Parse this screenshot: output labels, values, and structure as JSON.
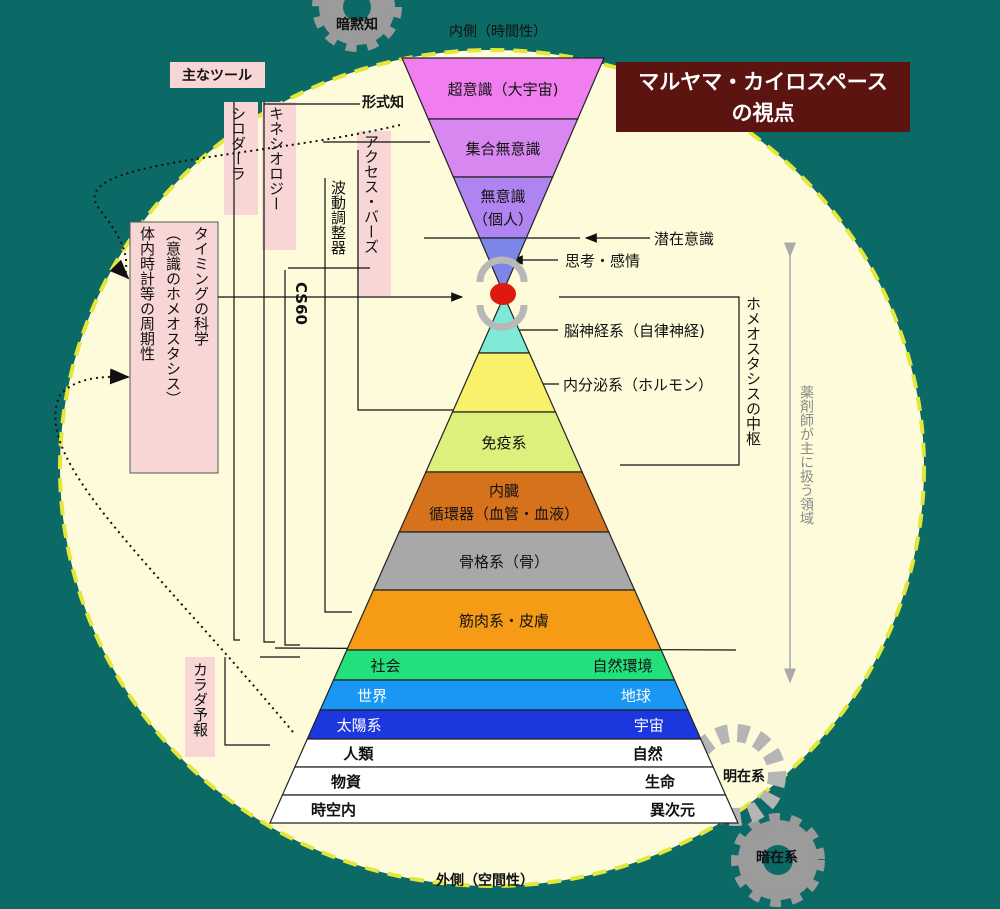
{
  "labels": {
    "inner": "内側（時間性）",
    "outer": "外側（空間性）",
    "tacit": "暗黙知",
    "formal": "形式知",
    "explicate": "明在系",
    "implicate": "暗在系",
    "tools_heading": "主なツール"
  },
  "title": {
    "line1": "マルヤマ・カイロスペース",
    "line2": "の視点"
  },
  "tools": [
    {
      "label": "シロダーラ"
    },
    {
      "label": "キネシオロジー"
    },
    {
      "label": "アクセス・バーズ"
    },
    {
      "label": "波動調整器"
    },
    {
      "label": "CS60"
    },
    {
      "label": "タイミングの科学"
    },
    {
      "label": "（意識のホメオスタシス）"
    },
    {
      "label": "体内時計等の周期性"
    },
    {
      "label": "カラダ予報"
    }
  ],
  "funnel": {
    "bands": [
      {
        "text": "超意識（大宇宙)",
        "color": "#f07ef0"
      },
      {
        "text": "集合無意識",
        "color": "#d787ef"
      },
      {
        "text": "無意識",
        "text2": "（個人）",
        "color": "#b084f0"
      },
      {
        "text": "",
        "color": "#7b86e8"
      }
    ]
  },
  "pyramid": {
    "bands": [
      {
        "text": "",
        "color": "#7fe8d6"
      },
      {
        "text": "",
        "color": "#f8f26a"
      },
      {
        "text": "免疫系",
        "color": "#dcf17c"
      },
      {
        "text": "内臓",
        "text2": "循環器（血管・血液）",
        "color": "#d7721c"
      },
      {
        "text": "骨格系（骨）",
        "color": "#a8a8a8"
      },
      {
        "text": "筋肉系・皮膚",
        "color": "#f59b16"
      }
    ],
    "earth": [
      {
        "left": "社会",
        "right": "自然環境",
        "color": "#22e07c"
      },
      {
        "left": "世界",
        "right": "地球",
        "color": "#1a97f2"
      },
      {
        "left": "太陽系",
        "right": "宇宙",
        "color": "#1c37de"
      }
    ],
    "base": [
      {
        "left": "人類",
        "right": "自然"
      },
      {
        "left": "物資",
        "right": "生命"
      },
      {
        "left": "時空内",
        "right": "異次元"
      }
    ]
  },
  "annotations": {
    "latent": "潜在意識",
    "thought": "思考・感情",
    "brain": "脳神経系（自律神経)",
    "endocrine": "内分泌系（ホルモン）",
    "homeostasis": "ホメオスタシスの中枢",
    "pharmacist": "薬剤師が主に扱う領域"
  },
  "colors": {
    "background": "#0b6a66",
    "circle": "#fdfbd9",
    "circle_border": "#e4e63a",
    "title_bg": "#5c1411",
    "tool_bg": "#f8d6d6",
    "gear": "#9b9b9b",
    "hub": "#e0190f"
  }
}
